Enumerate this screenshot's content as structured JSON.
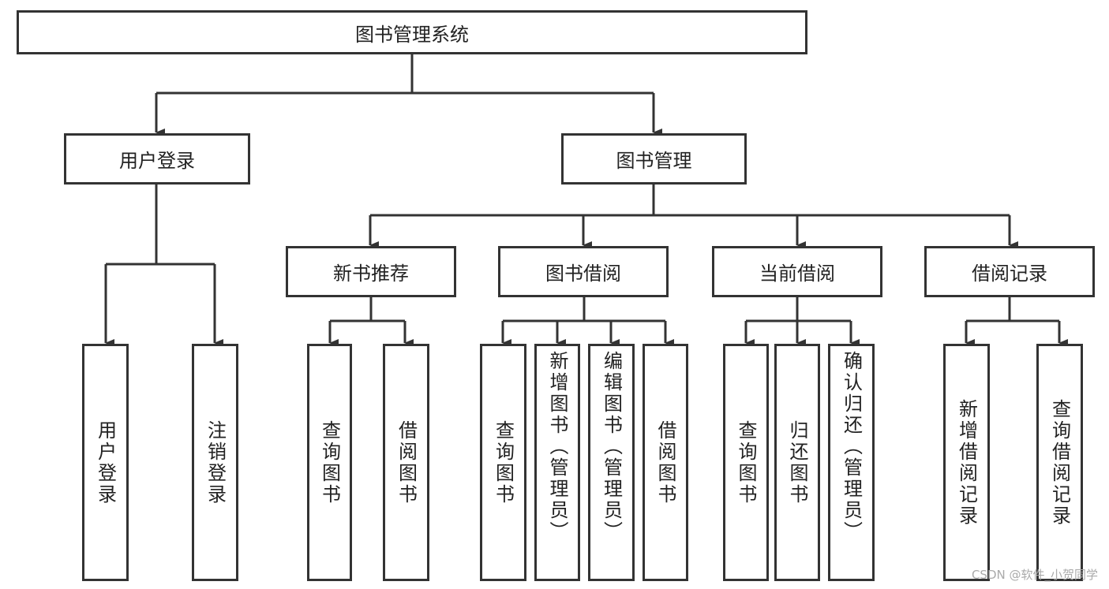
{
  "root": "图书管理系统",
  "level1": [
    "用户登录",
    "图书管理"
  ],
  "user_login_children": [
    "用户登录",
    "注销登录"
  ],
  "book_mgmt_children": [
    "新书推荐",
    "图书借阅",
    "当前借阅",
    "借阅记录"
  ],
  "new_books_children": [
    "查询图书",
    "借阅图书"
  ],
  "borrow_children": [
    "查询图书",
    "新增图书（管理员）",
    "编辑图书（管理员）",
    "借阅图书"
  ],
  "current_children": [
    "查询图书",
    "归还图书",
    "确认归还（管理员）"
  ],
  "records_children": [
    "新增借阅记录",
    "查询借阅记录"
  ],
  "watermark": "CSDN @软件_小贺同学"
}
